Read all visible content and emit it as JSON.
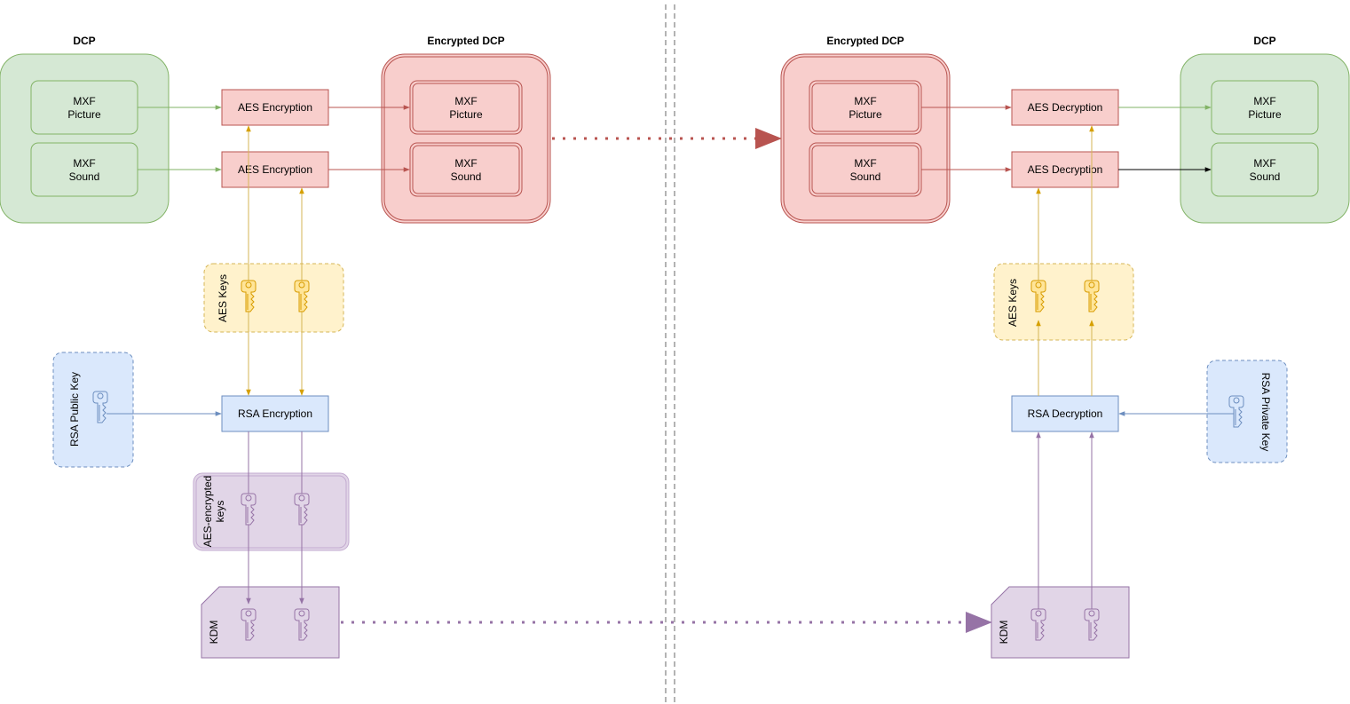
{
  "left": {
    "dcp": {
      "title": "DCP",
      "picture": [
        "MXF",
        "Picture"
      ],
      "sound": [
        "MXF",
        "Sound"
      ]
    },
    "aes_top_label": "AES Encryption",
    "aes_bottom_label": "AES Encryption",
    "encrypted_dcp": {
      "title": "Encrypted DCP",
      "picture": [
        "MXF",
        "Picture"
      ],
      "sound": [
        "MXF",
        "Sound"
      ]
    },
    "aes_keys_label": "AES Keys",
    "rsa_key_label": "RSA Public Key",
    "rsa_process_label": "RSA Encryption",
    "encrypted_keys_label": [
      "AES-encrypted",
      "keys"
    ],
    "kdm_label": "KDM"
  },
  "right": {
    "encrypted_dcp": {
      "title": "Encrypted DCP",
      "picture": [
        "MXF",
        "Picture"
      ],
      "sound": [
        "MXF",
        "Sound"
      ]
    },
    "aes_top_label": "AES Decryption",
    "aes_bottom_label": "AES Decryption",
    "dcp": {
      "title": "DCP",
      "picture": [
        "MXF",
        "Picture"
      ],
      "sound": [
        "MXF",
        "Sound"
      ]
    },
    "aes_keys_label": "AES Keys",
    "rsa_key_label": "RSA Private Key",
    "rsa_process_label": "RSA Decryption",
    "kdm_label": "KDM"
  },
  "colors": {
    "green_fill": "#d5e8d4",
    "green_stroke": "#82b366",
    "red_fill": "#f8cecc",
    "red_stroke": "#b85450",
    "yellow_fill": "#fff2cc",
    "yellow_stroke": "#d6b656",
    "key_yellow": "#d79b00",
    "blue_fill": "#dae8fc",
    "blue_stroke": "#6c8ebf",
    "purple_fill": "#e1d5e7",
    "purple_stroke": "#9673a6",
    "divider": "#b3b3b3"
  }
}
